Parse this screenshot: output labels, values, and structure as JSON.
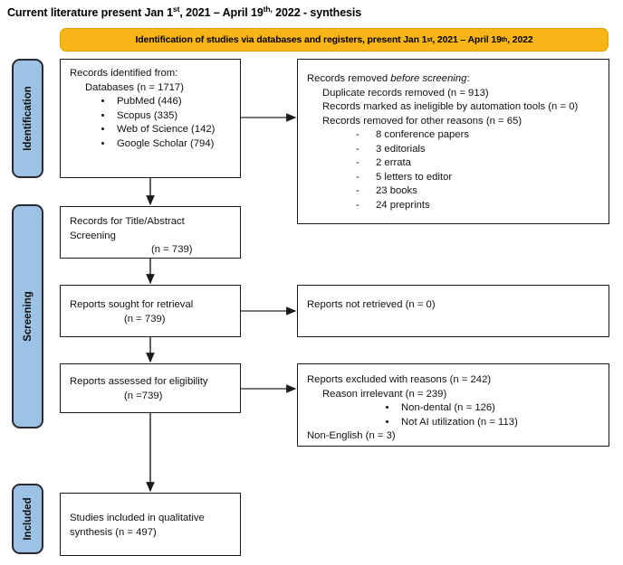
{
  "title": {
    "prefix": "Current literature present Jan 1",
    "sup1": "st",
    "mid": ", 2021 – April 19",
    "sup2": "th,",
    "suffix": " 2022 - synthesis"
  },
  "banner": {
    "prefix": "Identification of studies via databases and registers, present Jan 1",
    "sup1": "st",
    "mid": ", 2021 – April 19",
    "sup2": "th",
    "suffix": ", 2022"
  },
  "colors": {
    "banner_fill": "#F8B517",
    "phase_fill": "#9CC3E5",
    "box_border": "#1a1a1a",
    "arrow": "#4d4d4d"
  },
  "phases": [
    {
      "label": "Identification"
    },
    {
      "label": "Screening"
    },
    {
      "label": "Included"
    }
  ],
  "boxes": {
    "identified": {
      "line1": "Records identified from:",
      "line2": "Databases (n = 1717)",
      "bullets": [
        "PubMed (446)",
        "Scopus (335)",
        "Web of Science (142)",
        "Google Scholar (794)"
      ]
    },
    "removed": {
      "line1a": "Records removed ",
      "line1b": "before screening",
      "line1c": ":",
      "line2": "Duplicate records removed (n = 913)",
      "line3": "Records marked as ineligible by automation tools (n = 0)",
      "line4": "Records removed for other reasons (n = 65)",
      "dashes": [
        "8 conference papers",
        "3 editorials",
        "2 errata",
        "5 letters to editor",
        "23 books",
        "24 preprints"
      ]
    },
    "title_abstract": {
      "line1": "Records for Title/Abstract",
      "line2": "Screening",
      "line3": "(n = 739)"
    },
    "sought": {
      "line1": "Reports sought for retrieval",
      "line2": "(n = 739)"
    },
    "not_retrieved": {
      "line1": "Reports not retrieved",
      "line2": "(n = 0)"
    },
    "eligibility": {
      "line1": "Reports assessed for eligibility",
      "line2": "(n =739)"
    },
    "excluded": {
      "line1": "Reports excluded with reasons (n = 242)",
      "line2": "Reason irrelevant (n = 239)",
      "bullets": [
        "Non-dental (n = 126)",
        "Not AI utilization (n = 113)"
      ],
      "line3": "Non-English (n = 3)"
    },
    "included": {
      "line1": "Studies included in qualitative",
      "line2": "synthesis (n = 497)"
    }
  }
}
